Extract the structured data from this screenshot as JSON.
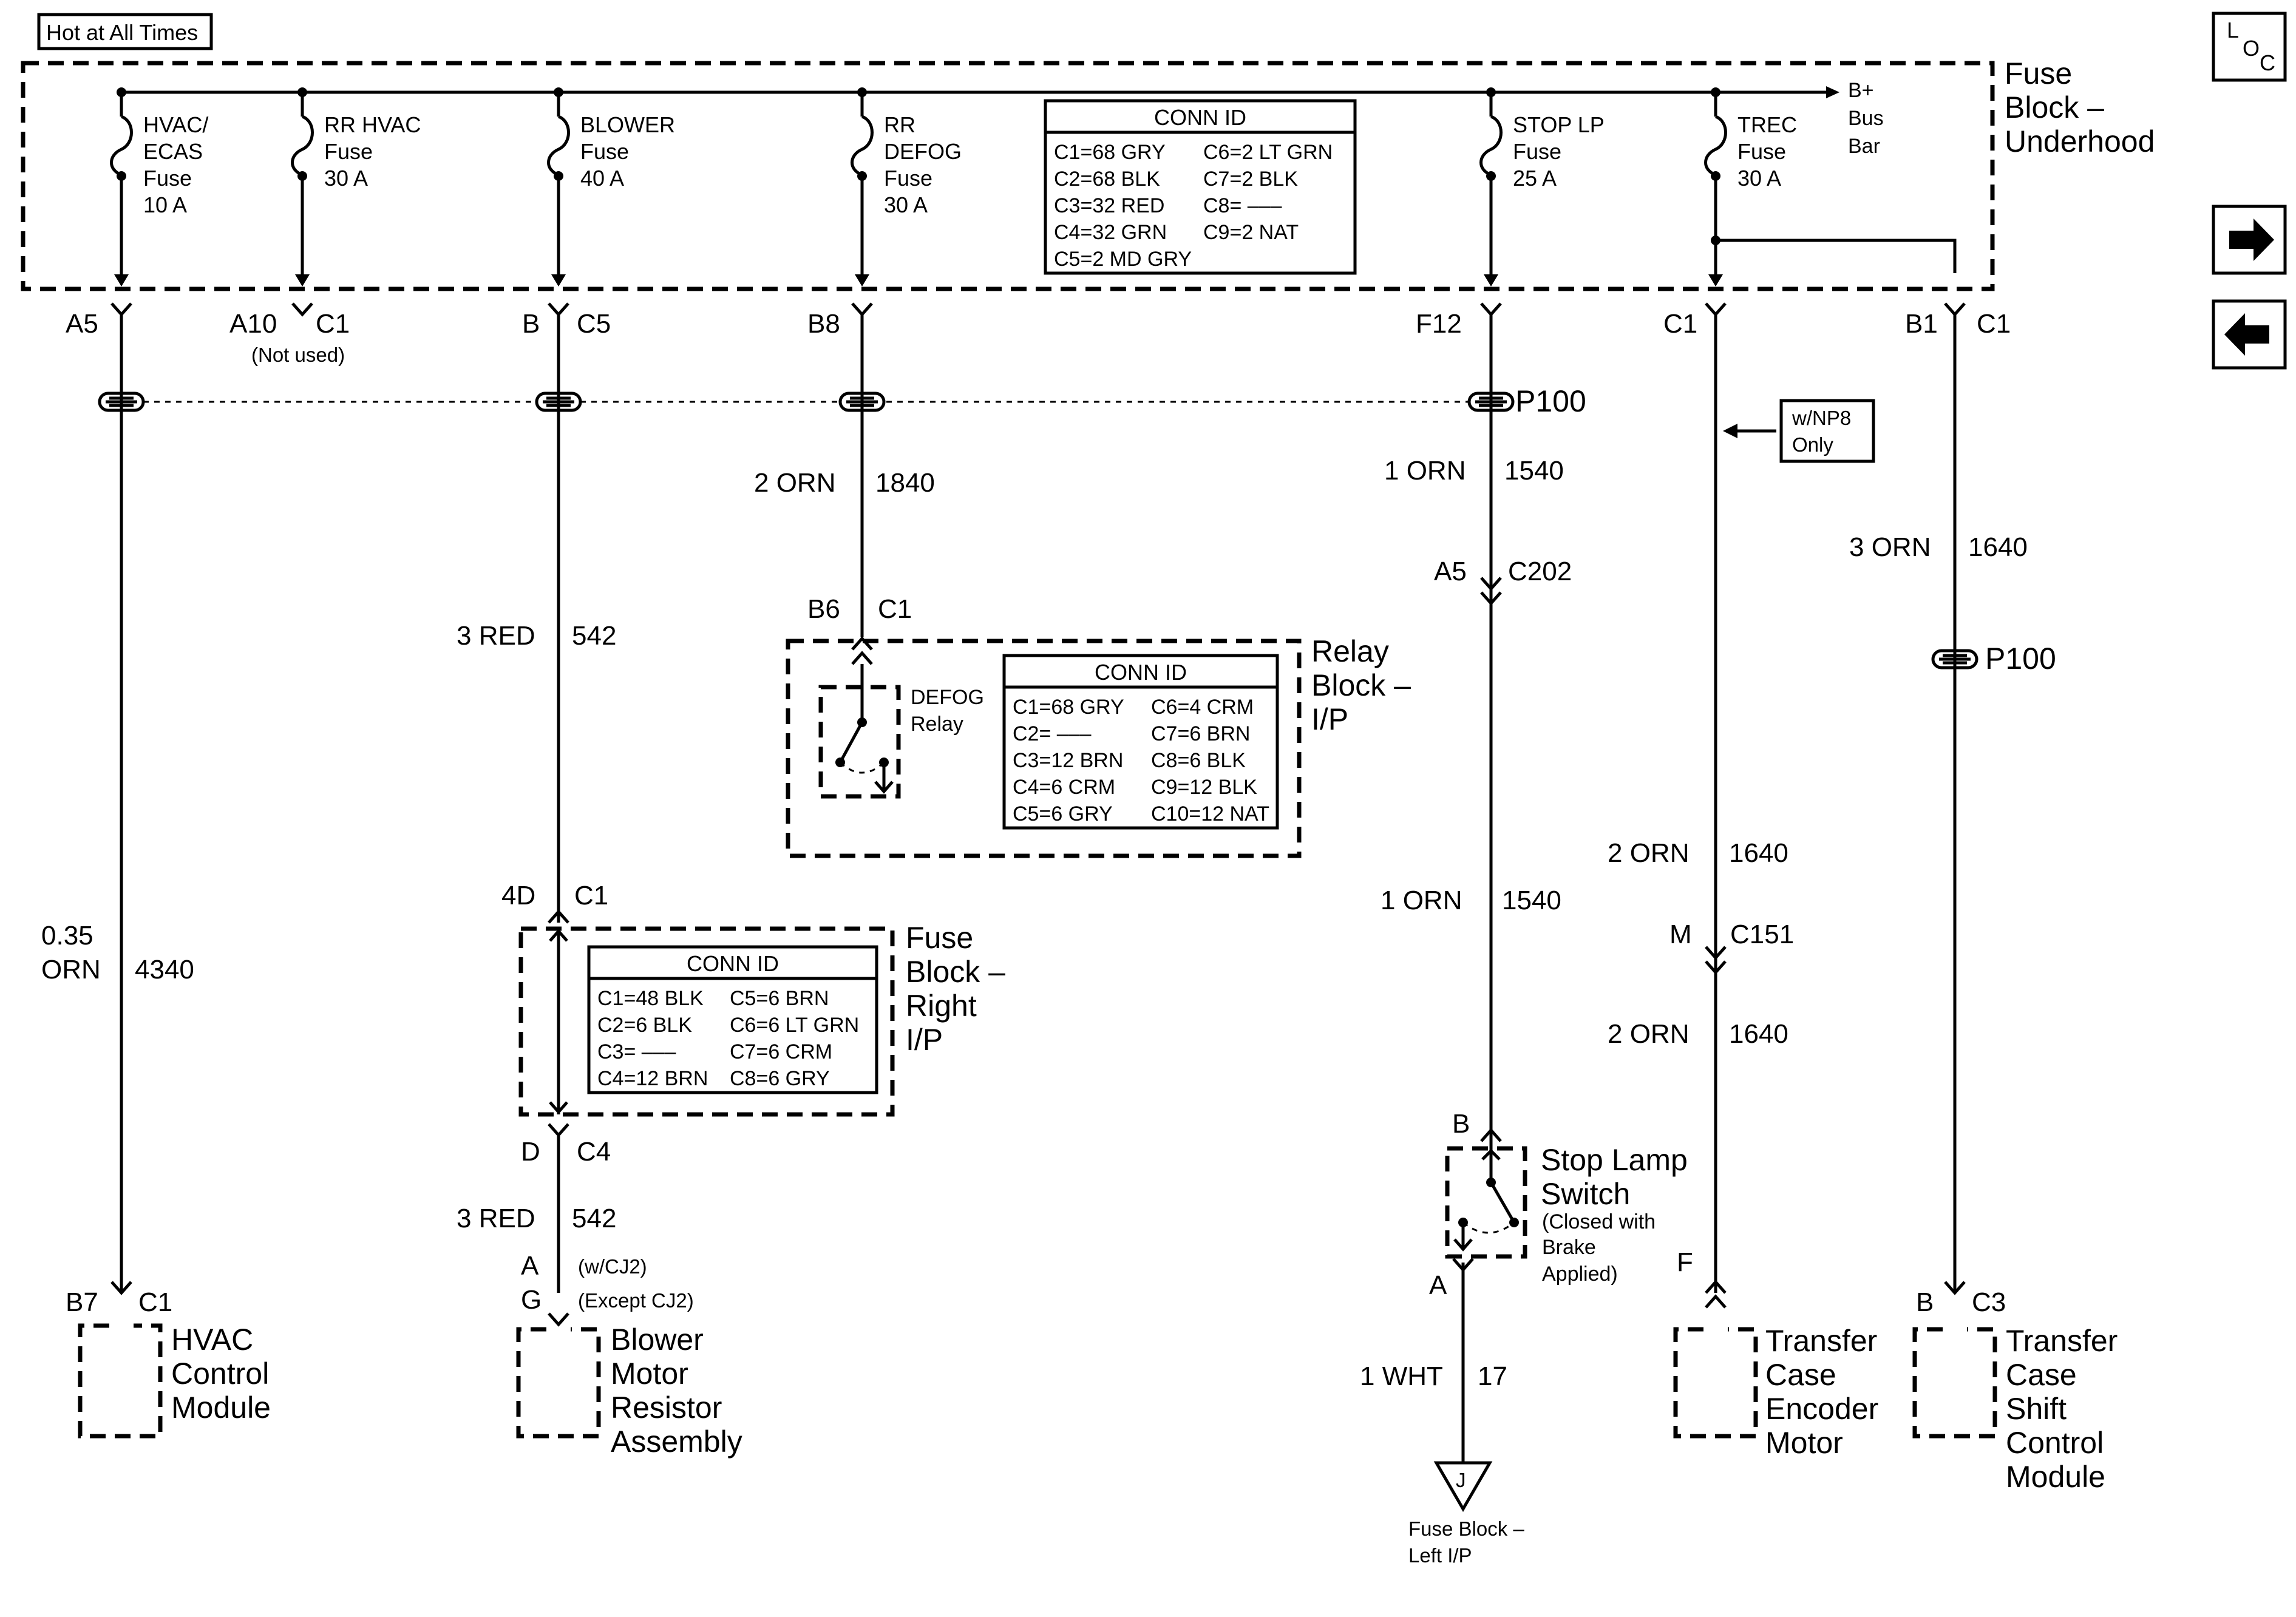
{
  "header_box": "Hot at All Times",
  "fuse_block_underhood": [
    "Fuse",
    "Block –",
    "Underhood"
  ],
  "bus_bar": [
    "B+",
    "Bus",
    "Bar"
  ],
  "fuses": [
    {
      "lines": [
        "HVAC/",
        "ECAS",
        "Fuse",
        "10 A"
      ]
    },
    {
      "lines": [
        "RR HVAC",
        "Fuse",
        "30 A"
      ]
    },
    {
      "lines": [
        "BLOWER",
        "Fuse",
        "40 A"
      ]
    },
    {
      "lines": [
        "RR",
        "DEFOG",
        "Fuse",
        "30 A"
      ]
    },
    {
      "lines": [
        "STOP LP",
        "Fuse",
        "25 A"
      ]
    },
    {
      "lines": [
        "TREC",
        "Fuse",
        "30 A"
      ]
    }
  ],
  "conn_id_underhood": {
    "title": "CONN ID",
    "rows": [
      [
        "C1=68 GRY",
        "C6=2 LT GRN"
      ],
      [
        "C2=68 BLK",
        "C7=2 BLK"
      ],
      [
        "C3=32 RED",
        "C8= –––"
      ],
      [
        "C4=32 GRN",
        "C9=2 NAT"
      ],
      [
        "C5=2 MD GRY",
        ""
      ]
    ]
  },
  "terminals": {
    "a5": "A5",
    "a10": "A10",
    "a10_c": "C1",
    "not_used": "(Not used)",
    "b": "B",
    "b_c": "C5",
    "b8": "B8",
    "f12": "F12",
    "c1": "C1",
    "b1": "B1",
    "b1_c": "C1"
  },
  "p100": "P100",
  "p100_2": "P100",
  "np8": [
    "w/NP8",
    "Only"
  ],
  "wires": {
    "w1840_gauge": "2 ORN",
    "w1840_circuit": "1840",
    "w1540a_gauge": "1 ORN",
    "w1540a_circuit": "1540",
    "w1540b_gauge": "1 ORN",
    "w1540b_circuit": "1540",
    "w542a_gauge": "3 RED",
    "w542a_circuit": "542",
    "w542b_gauge": "3 RED",
    "w542b_circuit": "542",
    "w4340_gauge": [
      "0.35",
      "ORN"
    ],
    "w4340_circuit": "4340",
    "w1640a_gauge": "3 ORN",
    "w1640a_circuit": "1640",
    "w1640b_gauge": "2 ORN",
    "w1640b_circuit": "1640",
    "w1640c_gauge": "2 ORN",
    "w1640c_circuit": "1640",
    "w17_gauge": "1 WHT",
    "w17_circuit": "17"
  },
  "connectors": {
    "c202_pin": "A5",
    "c202": "C202",
    "relay_pin": "B6",
    "relay_c": "C1",
    "frip_in_pin": "4D",
    "frip_in_c": "C1",
    "frip_out_pin": "D",
    "frip_out_c": "C4",
    "c151_pin": "M",
    "c151": "C151"
  },
  "relay_block": {
    "title": [
      "Relay",
      "Block –",
      "I/P"
    ],
    "relay_label": [
      "DEFOG",
      "Relay"
    ],
    "conn_id": {
      "title": "CONN ID",
      "rows": [
        [
          "C1=68 GRY",
          "C6=4 CRM"
        ],
        [
          "C2= –––",
          "C7=6 BRN"
        ],
        [
          "C3=12 BRN",
          "C8=6 BLK"
        ],
        [
          "C4=6 CRM",
          "C9=12 BLK"
        ],
        [
          "C5=6 GRY",
          "C10=12 NAT"
        ]
      ]
    }
  },
  "fuse_block_right": {
    "title": [
      "Fuse",
      "Block –",
      "Right",
      "I/P"
    ],
    "conn_id": {
      "title": "CONN ID",
      "rows": [
        [
          "C1=48 BLK",
          "C5=6 BRN"
        ],
        [
          "C2=6 BLK",
          "C6=6 LT GRN"
        ],
        [
          "C3= –––",
          "C7=6 CRM"
        ],
        [
          "C4=12 BRN",
          "C8=6 GRY"
        ]
      ]
    }
  },
  "stop_lamp": {
    "pin_b": "B",
    "pin_a": "A",
    "title": [
      "Stop Lamp",
      "Switch"
    ],
    "note": [
      "(Closed with",
      "Brake",
      "Applied)"
    ]
  },
  "ground": {
    "symbol": "J",
    "label": [
      "Fuse Block –",
      "Left I/P"
    ]
  },
  "hvac_module": {
    "pin": "B7",
    "conn": "C1",
    "name": [
      "HVAC",
      "Control",
      "Module"
    ]
  },
  "blower_module": {
    "pin_a": "A",
    "pin_a_note": "(w/CJ2)",
    "pin_g": "G",
    "pin_g_note": "(Except CJ2)",
    "name": [
      "Blower",
      "Motor",
      "Resistor",
      "Assembly"
    ]
  },
  "encoder_module": {
    "pin": "F",
    "name": [
      "Transfer",
      "Case",
      "Encoder",
      "Motor"
    ]
  },
  "shift_module": {
    "pin": "B",
    "conn": "C3",
    "name": [
      "Transfer",
      "Case",
      "Shift",
      "Control",
      "Module"
    ]
  },
  "nav": {
    "loc": [
      "L",
      "O",
      "C"
    ],
    "next_icon": "arrow-right-icon",
    "prev_icon": "arrow-left-icon"
  }
}
